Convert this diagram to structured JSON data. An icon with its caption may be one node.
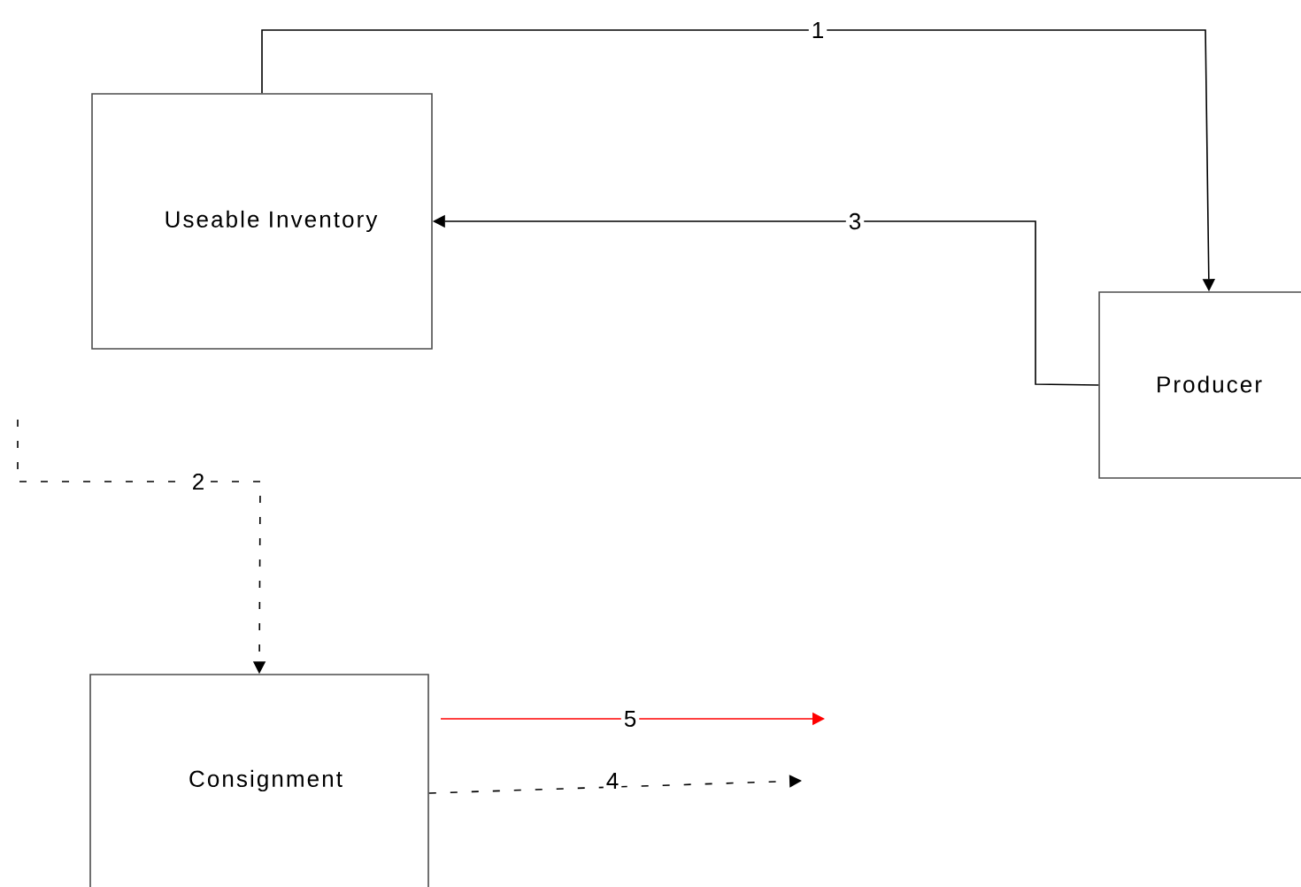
{
  "diagram": {
    "nodes": [
      {
        "text": [
          "Useable Inventory"
        ]
      },
      {
        "text": [
          "Producer"
        ]
      },
      {
        "text": [
          "Consignment"
        ]
      }
    ],
    "edges": [
      {
        "from": 0,
        "to": 1,
        "arrow": "to",
        "label": "1"
      },
      {
        "from": null,
        "to": 2,
        "arrow": "to",
        "label": "2",
        "style": "dashed"
      },
      {
        "from": 1,
        "to": 0,
        "arrow": "to",
        "label": "3"
      },
      {
        "from": 2,
        "to": null,
        "arrow": "to",
        "label": "4",
        "style": "dashed"
      },
      {
        "from": 2,
        "to": null,
        "arrow": "to",
        "label": "5",
        "color": "#ff0000"
      }
    ]
  }
}
